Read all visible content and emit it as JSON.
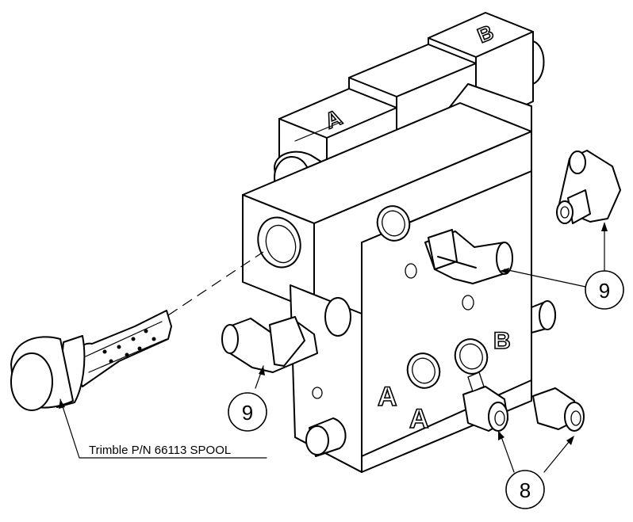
{
  "callouts": {
    "spool": "Trimble P/N 66113 SPOOL",
    "item_9_left": "9",
    "item_9_right": "9",
    "item_8": "8"
  },
  "port_marks": {
    "solenoid_a": "A",
    "solenoid_b": "B",
    "port_a_upper": "A",
    "port_a_lower": "A",
    "port_b": "B"
  }
}
